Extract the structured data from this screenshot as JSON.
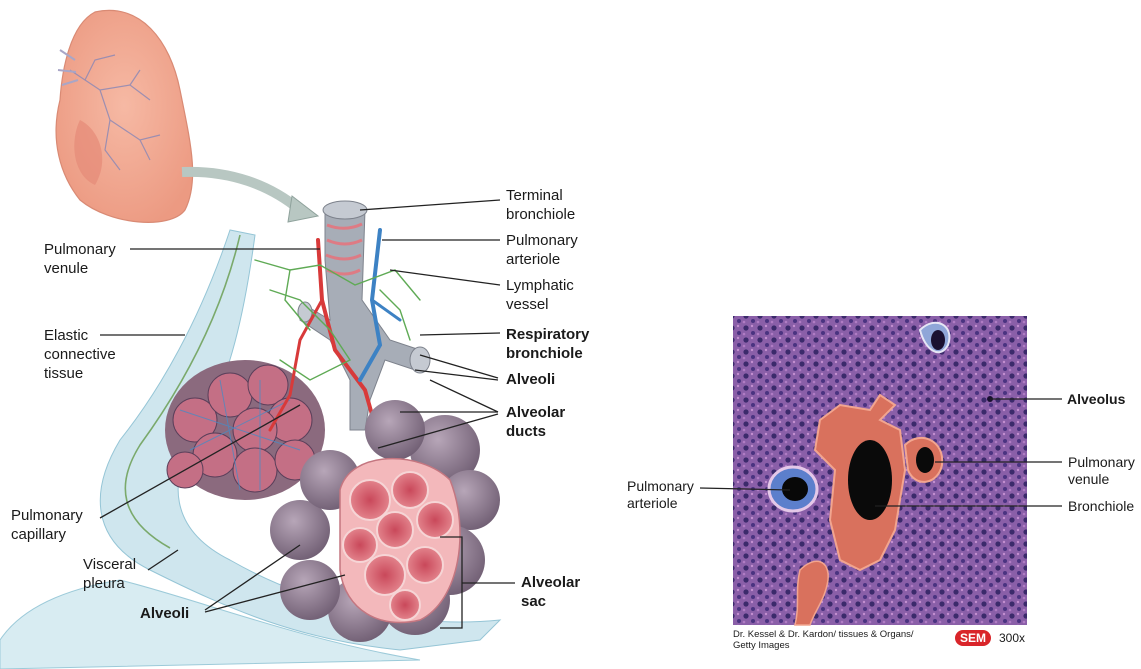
{
  "left_labels": {
    "terminal_bronchiole": "Terminal\nbronchiole",
    "pulmonary_arteriole": "Pulmonary\narteriole",
    "lymphatic_vessel": "Lymphatic\nvessel",
    "respiratory_bronchiole": "Respiratory\nbronchiole",
    "alveoli_right": "Alveoli",
    "alveolar_ducts": "Alveolar\nducts",
    "alveolar_sac": "Alveolar\nsac",
    "pulmonary_venule": "Pulmonary\nvenule",
    "elastic_connective_tissue": "Elastic\nconnective\ntissue",
    "pulmonary_capillary": "Pulmonary\ncapillary",
    "visceral_pleura": "Visceral\npleura",
    "alveoli_bottom": "Alveoli"
  },
  "micrograph": {
    "alveolus": "Alveolus",
    "pulmonary_venule": "Pulmonary\nvenule",
    "bronchiole": "Bronchiole",
    "pulmonary_arteriole": "Pulmonary\narteriole",
    "credit": "Dr. Kessel & Dr. Kardon/ tissues & Organs/\nGetty Images",
    "technique": "SEM",
    "magnification": "300x"
  }
}
